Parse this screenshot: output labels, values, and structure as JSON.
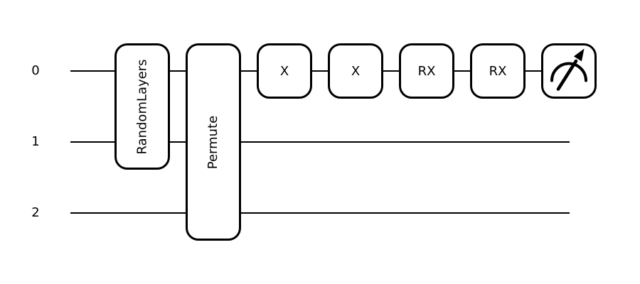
{
  "circuit": {
    "type": "quantum-circuit-diagram",
    "colors": {
      "stroke": "#000000",
      "background": "#ffffff"
    },
    "wires": [
      {
        "label": "0"
      },
      {
        "label": "1"
      },
      {
        "label": "2"
      }
    ],
    "gates": [
      {
        "label": "RandomLayers",
        "wires": "0-1",
        "text_orientation": "vertical"
      },
      {
        "label": "Permute",
        "wires": "0-2",
        "text_orientation": "vertical"
      },
      {
        "label": "X",
        "wires": "0"
      },
      {
        "label": "X",
        "wires": "0"
      },
      {
        "label": "RX",
        "wires": "0"
      },
      {
        "label": "RX",
        "wires": "0"
      },
      {
        "icon": "gauge-measurement-icon",
        "wires": "0"
      }
    ]
  }
}
